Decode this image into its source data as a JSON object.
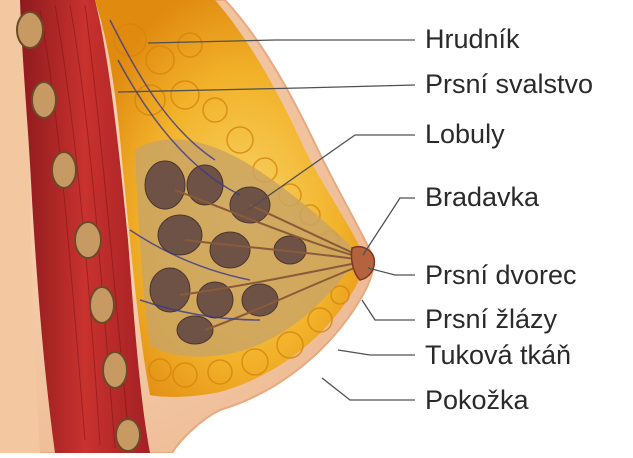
{
  "labels": [
    {
      "key": "chest",
      "text": "Hrudník"
    },
    {
      "key": "muscle",
      "text": "Prsní svalstvo"
    },
    {
      "key": "lobules",
      "text": "Lobuly"
    },
    {
      "key": "nipple",
      "text": "Bradavka"
    },
    {
      "key": "areola",
      "text": "Prsní dvorec"
    },
    {
      "key": "glands",
      "text": "Prsní žlázy"
    },
    {
      "key": "fat",
      "text": "Tuková tkáň"
    },
    {
      "key": "skin",
      "text": "Pokožka"
    }
  ],
  "colors": {
    "skin": "#f6c9a4",
    "skin_edge": "#e8a97f",
    "muscle": "#b8262a",
    "fat": "#f2a81d",
    "fat_light": "#f8d56a",
    "lobule": "#6e5246",
    "rib": "#b98d5a",
    "line": "#505050"
  }
}
